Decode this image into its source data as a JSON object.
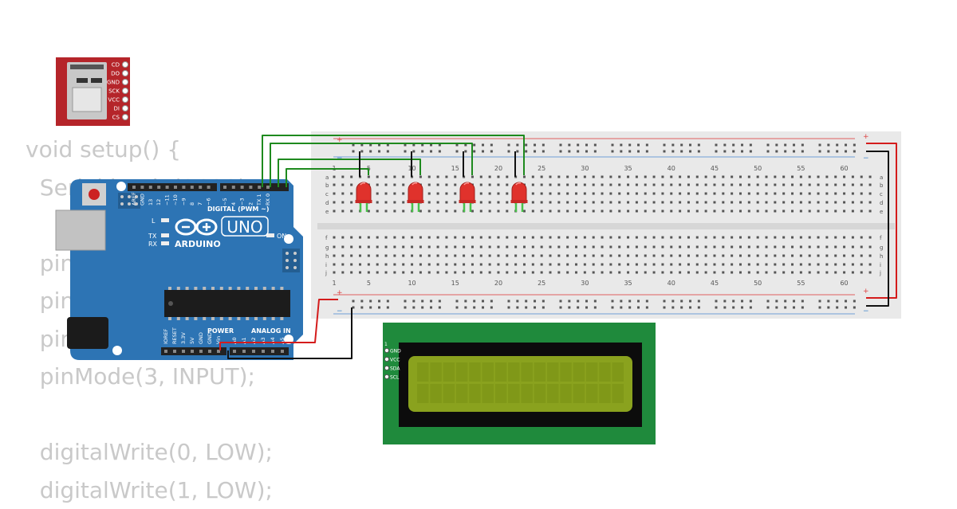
{
  "code_lines": [
    "void setup() {",
    "  Serial.begin(9600);",
    "",
    "  pinMode(0, OUTPUT);",
    "  pinMode(1, OUTPUT);",
    "  pinMode(2, OUTPUT);",
    "  pinMode(3, INPUT);",
    "",
    "  digitalWrite(0, LOW);",
    "  digitalWrite(1, LOW);"
  ],
  "sd_module": {
    "pins": [
      "CD",
      "DO",
      "GND",
      "SCK",
      "VCC",
      "DI",
      "CS"
    ]
  },
  "arduino": {
    "brand": "ARDUINO",
    "model": "UNO",
    "digital_header_label": "DIGITAL (PWM ~)",
    "digital_pins": [
      "AREF",
      "GND",
      "13",
      "12",
      "~11",
      "~10",
      "~9",
      "8",
      "7",
      "~6",
      "~5",
      "4",
      "~3",
      "2",
      "TX 1",
      "RX 0"
    ],
    "leds": {
      "l": "L",
      "tx": "TX",
      "rx": "RX",
      "on": "ON"
    },
    "power_label": "POWER",
    "analog_label": "ANALOG IN",
    "power_pins": [
      "IOREF",
      "RESET",
      "3.3V",
      "5V",
      "GND",
      "GND",
      "Vin"
    ],
    "analog_pins": [
      "A0",
      "A1",
      "A2",
      "A3",
      "A4",
      "A5"
    ]
  },
  "breadboard": {
    "rail_plus": "+",
    "rail_minus": "−",
    "row_letters_top": [
      "a",
      "b",
      "c",
      "d",
      "e"
    ],
    "row_letters_bottom": [
      "f",
      "g",
      "h",
      "i",
      "j"
    ],
    "column_numbers": [
      "1",
      "5",
      "10",
      "15",
      "20",
      "25",
      "30",
      "35",
      "40",
      "45",
      "50",
      "55",
      "60"
    ]
  },
  "lcd": {
    "pin1_label": "1",
    "pins": [
      "GND",
      "VCC",
      "SDA",
      "SCL"
    ]
  },
  "colors": {
    "board_blue": "#2d74b4",
    "sd_red": "#b5252a",
    "wire_green": "#1e8a1e",
    "wire_red": "#d41c1c",
    "wire_black": "#111111",
    "led_red": "#e0322c",
    "lcd_pcb": "#1f8a3c",
    "lcd_screen": "#8aa21e",
    "code_gray": "#c9c9c9"
  }
}
